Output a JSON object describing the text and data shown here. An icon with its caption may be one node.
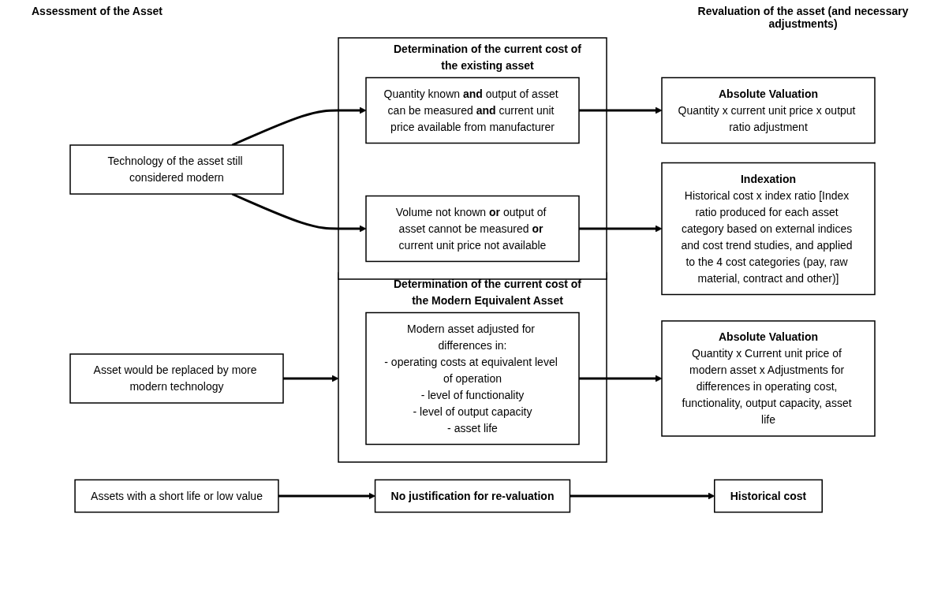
{
  "diagram": {
    "nodes": [
      {
        "text": [
          "Technology of the asset still considered modern"
        ]
      },
      {
        "text": [
          "**Determination of the current cost of the existing asset**"
        ]
      },
      {
        "text": [
          "Quantity known **and** output of asset can be measured **and** current unit price available from manufacturer"
        ],
        "in": 1
      },
      {
        "text": [
          "Volume not known **or** output of asset cannot be measured **or** current unit price not available"
        ],
        "in": 1
      },
      {
        "text": [
          "**Absolute Valuation**",
          "Quantity x current unit price x output ratio adjustment"
        ]
      },
      {
        "text": [
          "**Indexation**",
          "Historical cost x index ratio [Index ratio produced for each asset category based on external indices and cost trend studies, and applied to the 4 cost categories (pay, raw material, contract and other)]"
        ]
      },
      {
        "text": [
          "Asset would be replaced by more modern technology"
        ]
      },
      {
        "text": [
          "**Determination of the current cost of the Modern Equivalent Asset**"
        ]
      },
      {
        "text": [
          "Modern asset adjusted for differences in:",
          "- operating costs at equivalent level of operation",
          "- level of functionality",
          "- level of output capacity",
          "- asset life"
        ],
        "in": 7
      },
      {
        "text": [
          "**Absolute Valuation**",
          "Quantity x Current unit price of modern asset x Adjustments for differences in operating cost, functionality, output capacity, asset life"
        ]
      },
      {
        "text": [
          "Assets with a short life or low value"
        ]
      },
      {
        "text": [
          "**No justification for re-valuation**"
        ]
      },
      {
        "text": [
          "**Historical cost**"
        ]
      }
    ],
    "edges": [
      {
        "from": 0,
        "to": 2,
        "arrow": "to"
      },
      {
        "from": 0,
        "to": 3,
        "arrow": "to"
      },
      {
        "from": 2,
        "to": 4,
        "arrow": "to"
      },
      {
        "from": 3,
        "to": 5,
        "arrow": "to"
      },
      {
        "from": 6,
        "to": 7,
        "arrow": "to"
      },
      {
        "from": 8,
        "to": 9,
        "arrow": "to"
      },
      {
        "from": 10,
        "to": 11,
        "arrow": "to"
      },
      {
        "from": 11,
        "to": 12,
        "arrow": "to"
      }
    ],
    "labels": [
      "Assessment of the Asset",
      "Revaluation of the asset (and necessary adjustments)"
    ]
  }
}
